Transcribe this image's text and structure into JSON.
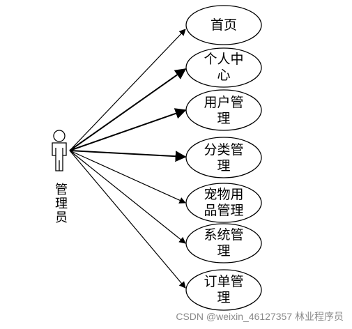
{
  "actor": {
    "name": "管理员"
  },
  "use_cases": [
    {
      "lines": [
        "首页"
      ]
    },
    {
      "lines": [
        "个人中",
        "心"
      ]
    },
    {
      "lines": [
        "用户管",
        "理"
      ]
    },
    {
      "lines": [
        "分类管",
        "理"
      ]
    },
    {
      "lines": [
        "宠物用",
        "品管理"
      ]
    },
    {
      "lines": [
        "系统管",
        "理"
      ]
    },
    {
      "lines": [
        "订单管",
        "理"
      ]
    }
  ],
  "watermark": "CSDN @weixin_46127357 林业程序员",
  "colors": {
    "stroke": "#000000",
    "background": "#ffffff",
    "watermark": "#8a8a8a"
  }
}
